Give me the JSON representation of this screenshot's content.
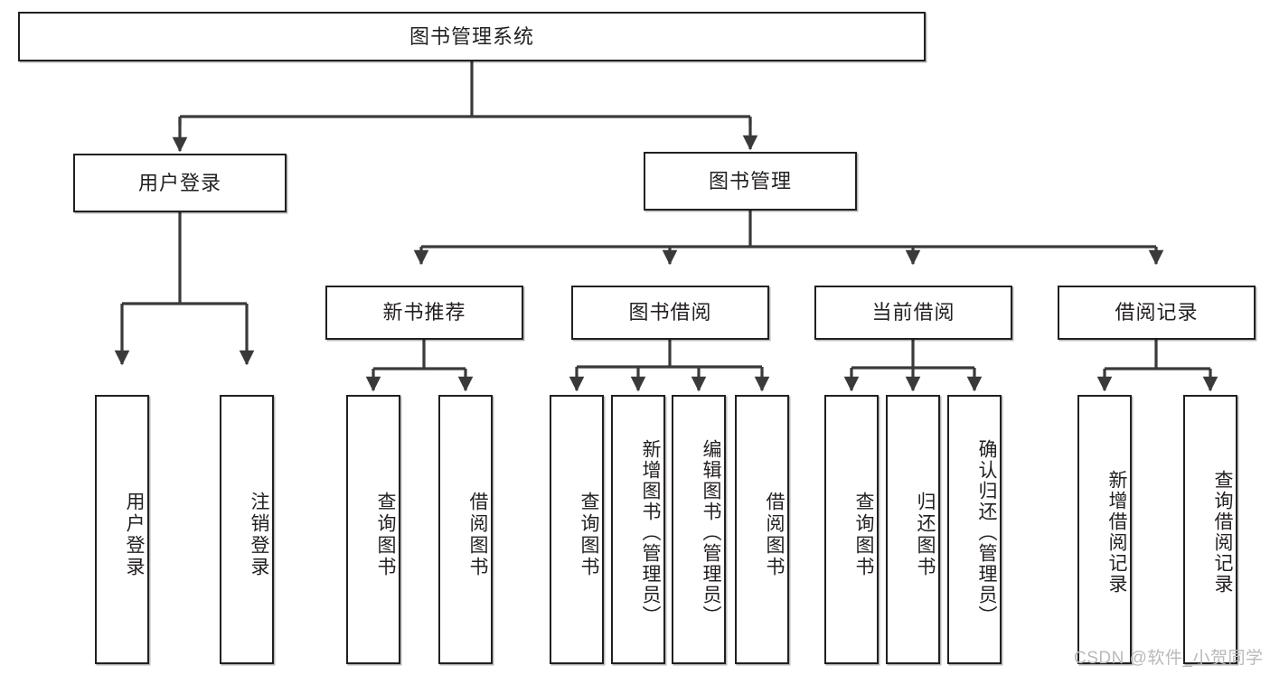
{
  "diagram": {
    "title_node": {
      "label": "图书管理系统"
    },
    "level2": [
      {
        "label": "用户登录"
      },
      {
        "label": "图书管理"
      }
    ],
    "level3": [
      {
        "label": "新书推荐"
      },
      {
        "label": "图书借阅"
      },
      {
        "label": "当前借阅"
      },
      {
        "label": "借阅记录"
      }
    ],
    "leaves": {
      "user_login": [
        {
          "label": "用户登录"
        },
        {
          "label": "注销登录"
        }
      ],
      "new_book_recommend": [
        {
          "label": "查询图书"
        },
        {
          "label": "借阅图书"
        }
      ],
      "book_borrow": [
        {
          "label": "查询图书"
        },
        {
          "label": "新增图书（管理员）"
        },
        {
          "label": "编辑图书（管理员）"
        },
        {
          "label": "借阅图书"
        }
      ],
      "current_borrow": [
        {
          "label": "查询图书"
        },
        {
          "label": "归还图书"
        },
        {
          "label": "确认归还（管理员）"
        }
      ],
      "borrow_record": [
        {
          "label": "新增借阅记录"
        },
        {
          "label": "查询借阅记录"
        }
      ]
    }
  },
  "watermark": {
    "text": "CSDN @软件_小贺同学"
  },
  "colors": {
    "stroke": "#231f20",
    "background": "#ffffff",
    "watermark": "#b9b9b9"
  }
}
